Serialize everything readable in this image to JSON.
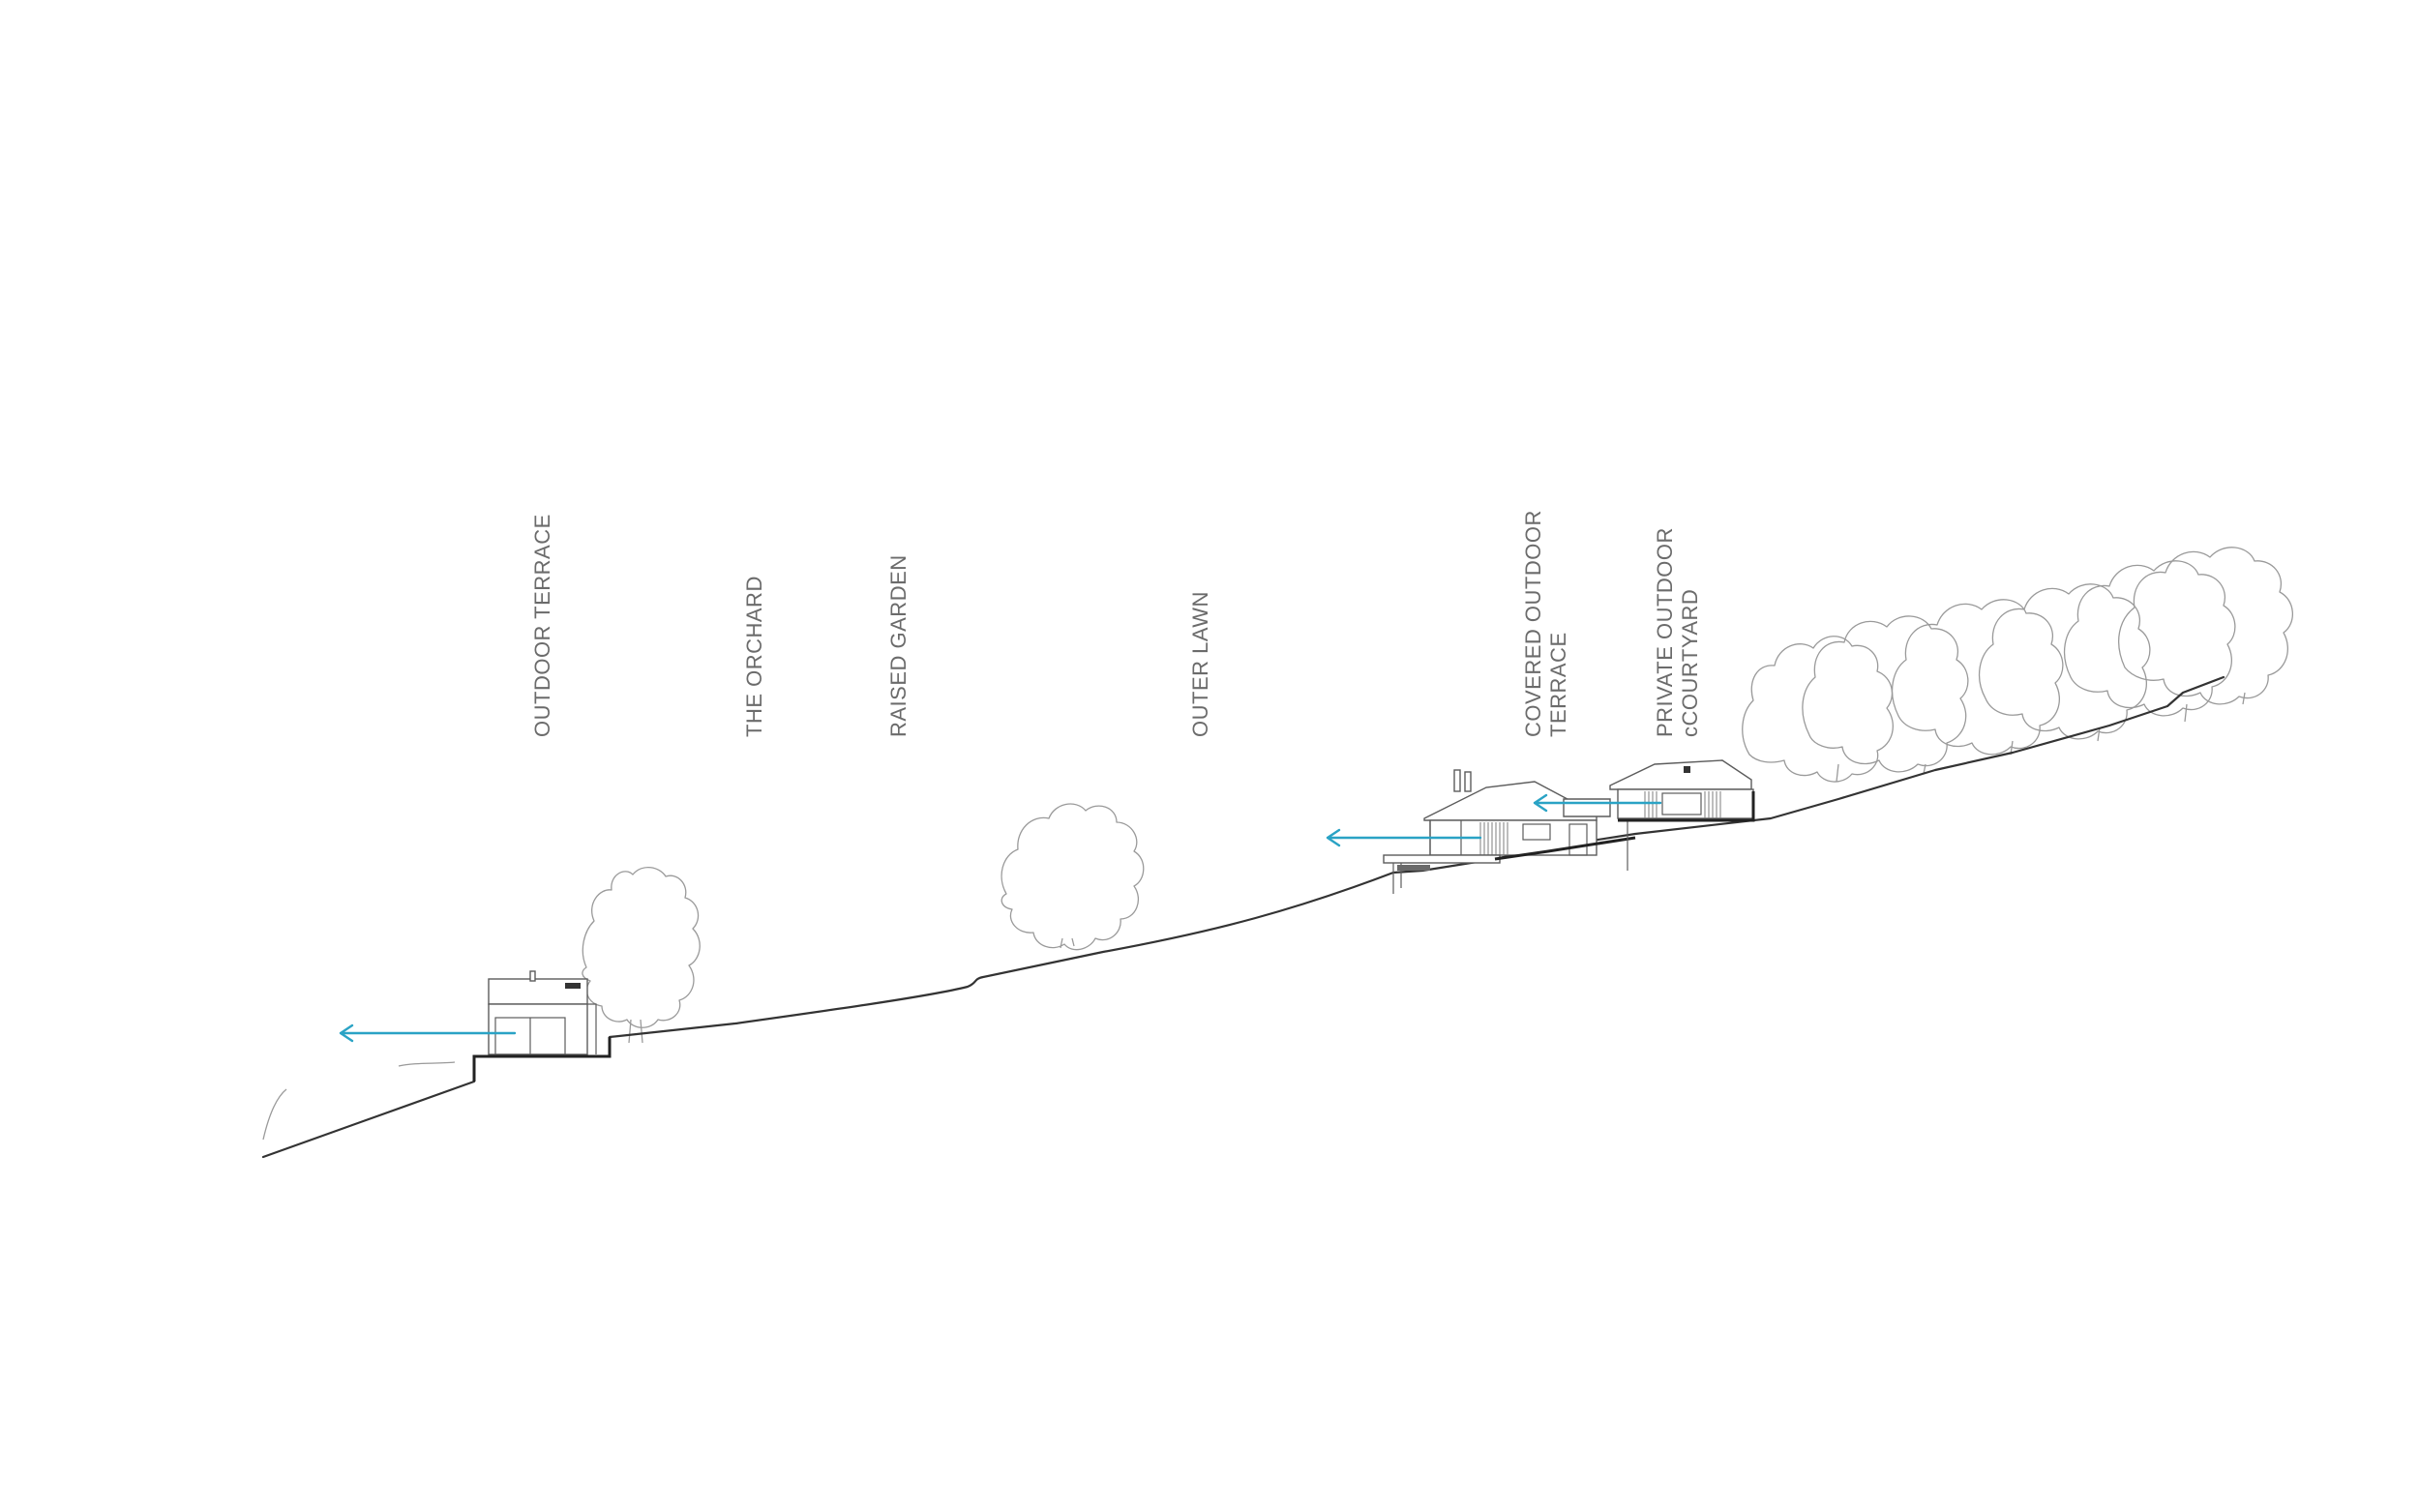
{
  "labels": {
    "outdoor_terrace": "OUTDOOR TERRACE",
    "the_orchard": "THE ORCHARD",
    "raised_garden": "RAISED GARDEN",
    "outer_lawn": "OUTER LAWN",
    "covered_outdoor_terrace": [
      "COVERED OUTDOOR",
      "TERRACE"
    ],
    "private_outdoor_courtyard": [
      "PRIVATE OUTDOOR",
      "cCOURTYARD"
    ]
  },
  "colors": {
    "view_arrow": "#2aa3c5",
    "ground_line": "#333333",
    "tree_outline": "#9a9a9a",
    "label_text": "#6b6b6b"
  },
  "icons": [
    "view-direction-arrow-icon"
  ]
}
